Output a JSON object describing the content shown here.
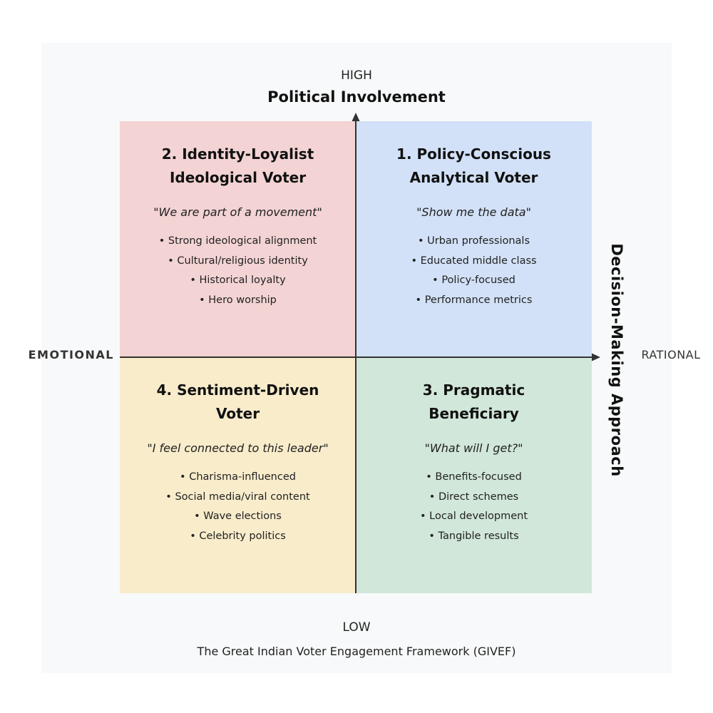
{
  "y_axis": {
    "high_label": "HIGH",
    "title": "Political Involvement",
    "low_label": "LOW"
  },
  "x_axis": {
    "left_label": "EMOTIONAL",
    "right_label": "RATIONAL",
    "title": "Decision-Making Approach"
  },
  "caption": "The Great Indian Voter Engagement Framework (GIVEF)",
  "quadrants": [
    {
      "title_line1": "1. Policy-Conscious",
      "title_line2": "Analytical Voter",
      "quote": "\"Show me the data\"",
      "items": [
        "Urban professionals",
        "Educated middle class",
        "Policy-focused",
        "Performance metrics"
      ],
      "color": "#d2e1f7"
    },
    {
      "title_line1": "2. Identity-Loyalist",
      "title_line2": "Ideological Voter",
      "quote": "\"We are part of a movement\"",
      "items": [
        "Strong ideological alignment",
        "Cultural/religious identity",
        "Historical loyalty",
        "Hero worship"
      ],
      "color": "#f3d3d3"
    },
    {
      "title_line1": "3. Pragmatic",
      "title_line2": "Beneficiary",
      "quote": "\"What will I get?\"",
      "items": [
        "Benefits-focused",
        "Direct schemes",
        "Local development",
        "Tangible results"
      ],
      "color": "#d1e7d9"
    },
    {
      "title_line1": "4. Sentiment-Driven",
      "title_line2": "Voter",
      "quote": "\"I feel connected to this leader\"",
      "items": [
        "Charisma-influenced",
        "Social media/viral content",
        "Wave elections",
        "Celebrity politics"
      ],
      "color": "#f8eccb"
    }
  ]
}
